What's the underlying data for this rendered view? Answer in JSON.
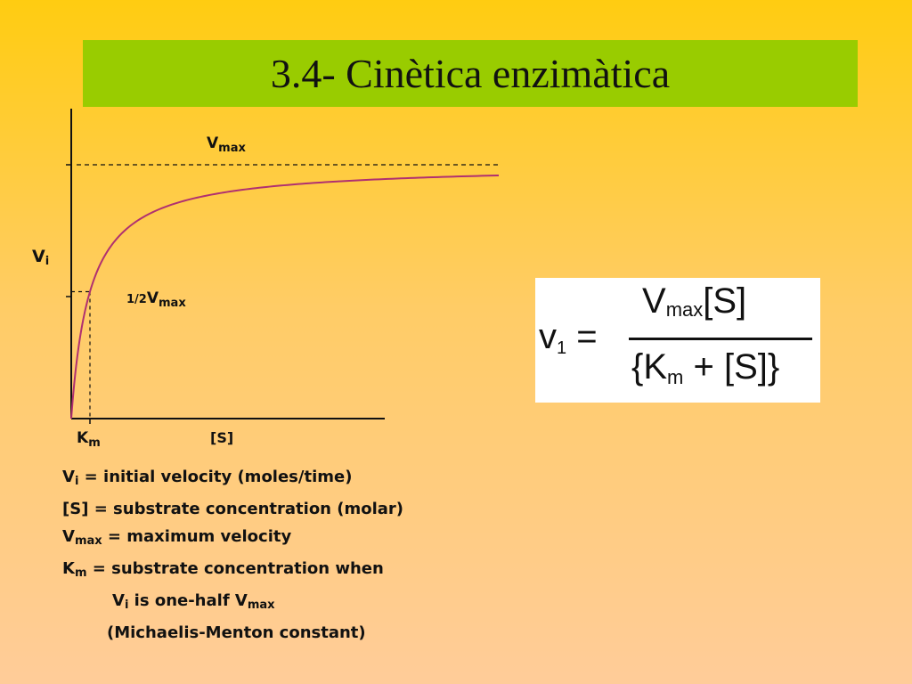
{
  "slide": {
    "title": "3.4- Cinètica enzimàtica"
  },
  "colors": {
    "title_bar": "#99CC00",
    "curve": "#B03070",
    "background_top": "#FFCC11",
    "background_bottom": "#FFCC99"
  },
  "chart_data": {
    "type": "line",
    "ylabel": {
      "main": "V",
      "sub": "i"
    },
    "xlabel": "[S]",
    "vmax_label": {
      "main": "V",
      "sub": "max"
    },
    "half_vmax_label": {
      "prefix": "1/2",
      "main": "V",
      "sub": "max"
    },
    "km_label": {
      "main": "K",
      "sub": "m"
    },
    "Vmax": 1.0,
    "Km": 1.0,
    "xlim": [
      0,
      50
    ],
    "ylim": [
      0,
      1.2
    ],
    "grid": false,
    "series": [
      {
        "equation": "Vmax*S/(Km+S)",
        "x_start": 0,
        "x_end": 47
      }
    ]
  },
  "legend": {
    "l1": {
      "main": "V",
      "sub": "i",
      "text": " = initial velocity (moles/time)"
    },
    "l2": {
      "main": "[S]",
      "text": "  = substrate concentration (molar)"
    },
    "l3": {
      "main": "V",
      "sub": "max",
      "text": " = maximum velocity"
    },
    "l4": {
      "main": "K",
      "sub": "m",
      "text": " = substrate concentration when"
    },
    "l5": {
      "main": "V",
      "sub": "i",
      "text_mid": " is one-half ",
      "main2": "V",
      "sub2": "max"
    },
    "l6": {
      "text": "(Michaelis-Menton constant)"
    }
  },
  "formula": {
    "lhs": "v",
    "lhs_sub": "1",
    "equals": " = ",
    "num_v": "V",
    "num_sub": "max",
    "num_rest": "[S]",
    "den_open": "{K",
    "den_sub": "m",
    "den_rest": " + [S]}"
  }
}
